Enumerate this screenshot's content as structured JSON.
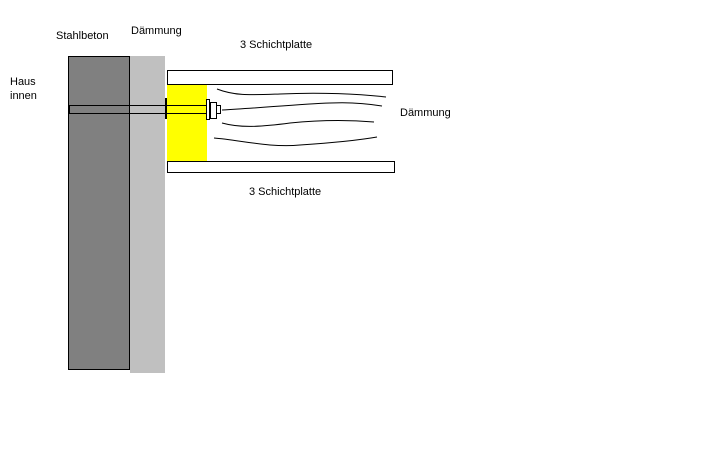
{
  "labels": {
    "haus": "Haus",
    "innen": "innen",
    "stahlbeton": "Stahlbeton",
    "daemmung_wall": "Dämmung",
    "schichtplatte_top": "3 Schichtplatte",
    "daemmung_right": "Dämmung",
    "schichtplatte_bottom": "3 Schichtplatte"
  },
  "colors": {
    "concrete": "#808080",
    "insulation_wall": "#c0c0c0",
    "yellow_block": "#ffff00"
  }
}
